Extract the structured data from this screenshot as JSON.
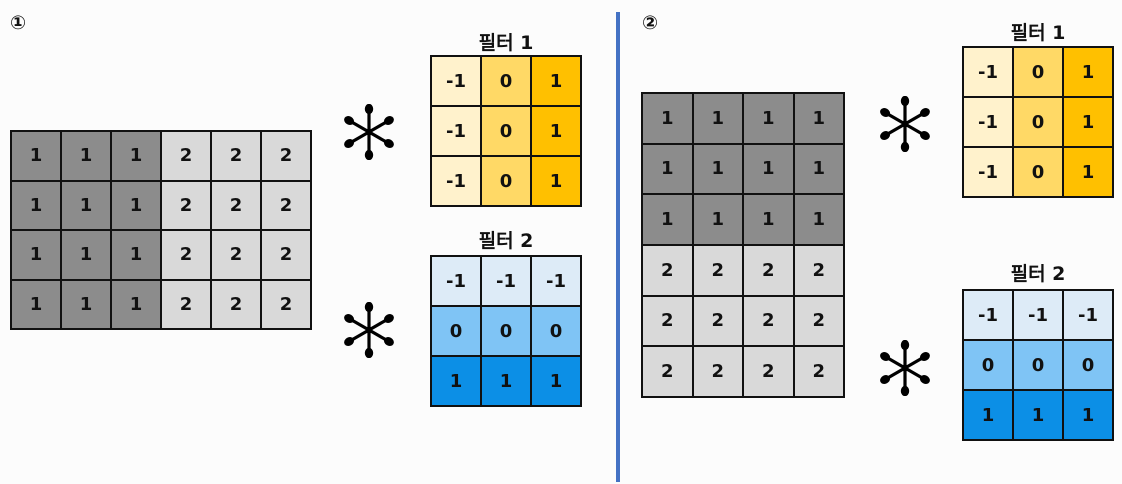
{
  "panels": [
    {
      "label": "①",
      "input_matrix": [
        [
          "1",
          "1",
          "1",
          "2",
          "2",
          "2"
        ],
        [
          "1",
          "1",
          "1",
          "2",
          "2",
          "2"
        ],
        [
          "1",
          "1",
          "1",
          "2",
          "2",
          "2"
        ],
        [
          "1",
          "1",
          "1",
          "2",
          "2",
          "2"
        ]
      ],
      "filters": [
        {
          "title": "필터 1",
          "values": [
            [
              "-1",
              "0",
              "1"
            ],
            [
              "-1",
              "0",
              "1"
            ],
            [
              "-1",
              "0",
              "1"
            ]
          ]
        },
        {
          "title": "필터 2",
          "values": [
            [
              "-1",
              "-1",
              "-1"
            ],
            [
              "0",
              "0",
              "0"
            ],
            [
              "1",
              "1",
              "1"
            ]
          ]
        }
      ]
    },
    {
      "label": "②",
      "input_matrix": [
        [
          "1",
          "1",
          "1",
          "1"
        ],
        [
          "1",
          "1",
          "1",
          "1"
        ],
        [
          "1",
          "1",
          "1",
          "1"
        ],
        [
          "2",
          "2",
          "2",
          "2"
        ],
        [
          "2",
          "2",
          "2",
          "2"
        ],
        [
          "2",
          "2",
          "2",
          "2"
        ]
      ],
      "filters": [
        {
          "title": "필터 1",
          "values": [
            [
              "-1",
              "0",
              "1"
            ],
            [
              "-1",
              "0",
              "1"
            ],
            [
              "-1",
              "0",
              "1"
            ]
          ]
        },
        {
          "title": "필터 2",
          "values": [
            [
              "-1",
              "-1",
              "-1"
            ],
            [
              "0",
              "0",
              "0"
            ],
            [
              "1",
              "1",
              "1"
            ]
          ]
        }
      ]
    }
  ],
  "colors": {
    "value_1_fill": "#8c8c8c",
    "value_2_fill": "#d9d9d9",
    "filter1_columns": [
      "#fff2cc",
      "#ffd966",
      "#ffc000"
    ],
    "filter2_rows": [
      "#ddebf7",
      "#7fc4f5",
      "#0c8fe6"
    ],
    "divider": "#4472c4"
  },
  "icons": {
    "operator": "asterisk-icon"
  }
}
